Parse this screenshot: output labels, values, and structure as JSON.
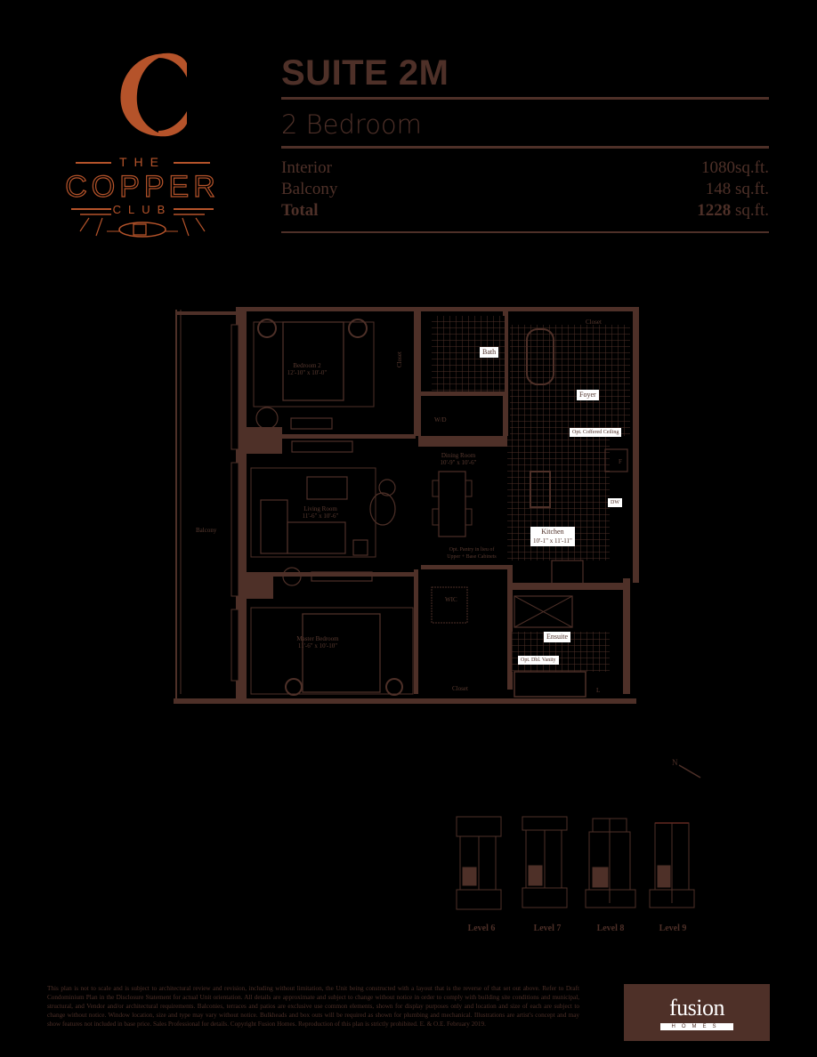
{
  "brand": {
    "logo_letter": "C",
    "logo_line1": "THE",
    "logo_line2": "COPPER",
    "logo_line3": "CLUB",
    "accent_color": "#b5532a",
    "text_color": "#4e3028"
  },
  "header": {
    "suite_title": "SUITE 2M",
    "suite_type": "2 Bedroom",
    "areas": [
      {
        "label": "Interior",
        "value": "1080sq.ft."
      },
      {
        "label": "Balcony",
        "value": "148 sq.ft."
      },
      {
        "label": "Total",
        "value_number": "1228",
        "value_unit": " sq.ft."
      }
    ]
  },
  "floorplan": {
    "rooms": {
      "bedroom2": {
        "name": "Bedroom 2",
        "dims": "12'-10\" x 10'-0\""
      },
      "living": {
        "name": "Living Room",
        "dims": "11'-6\" x 10'-6\""
      },
      "dining": {
        "name": "Dining Room",
        "dims": "10'-9\" x 10'-6\""
      },
      "kitchen": {
        "name": "Kitchen",
        "dims": "10'-1\" x 11'-11\""
      },
      "master": {
        "name": "Master Bedroom",
        "dims": "11'-6\" x 10'-10\""
      },
      "balcony": {
        "name": "Balcony"
      }
    },
    "tags": {
      "bath": "Bath",
      "foyer": "Foyer",
      "coffered": "Opt. Coffered Ceiling",
      "dw": "DW",
      "ensuite": "Ensuite",
      "vanity": "Opt. Dbl. Vanity"
    },
    "labels": {
      "closet_top": "Closet",
      "closet_side": "Closet",
      "closet_bottom": "Closet",
      "wd": "W/D",
      "wic": "WIC",
      "fridge": "F",
      "linen": "L",
      "pantry_note_1": "Opt. Pantry in lieu of",
      "pantry_note_2": "Upper + Base Cabinets"
    }
  },
  "north_arrow": "N",
  "key_plans": [
    {
      "label": "Level 6"
    },
    {
      "label": "Level 7"
    },
    {
      "label": "Level 8"
    },
    {
      "label": "Level 9"
    }
  ],
  "disclaimer": "This plan is not to scale and is subject to architectural review and revision, including without limitation, the Unit being constructed with a layout that is the reverse of that set out above. Refer to Draft Condominium Plan in the Disclosure Statement for actual Unit orientation. All details are approximate and subject to change without notice in order to comply with building site conditions and municipal, structural, and Vendor and/or architectural requirements. Balconies, terraces and patios are exclusive use common elements, shown for display purposes only and location and size of each are subject to change without notice. Window location, size and type may vary without notice. Bulkheads and box outs will be required as shown for plumbing and mechanical. Illustrations are artist's concept and may show features not included in base price. Sales Professional for details. Copyright Fusion Homes. Reproduction of this plan is strictly prohibited. E. & O.E. February 2019.",
  "developer": {
    "name": "fusion",
    "sub": "HOMES"
  }
}
